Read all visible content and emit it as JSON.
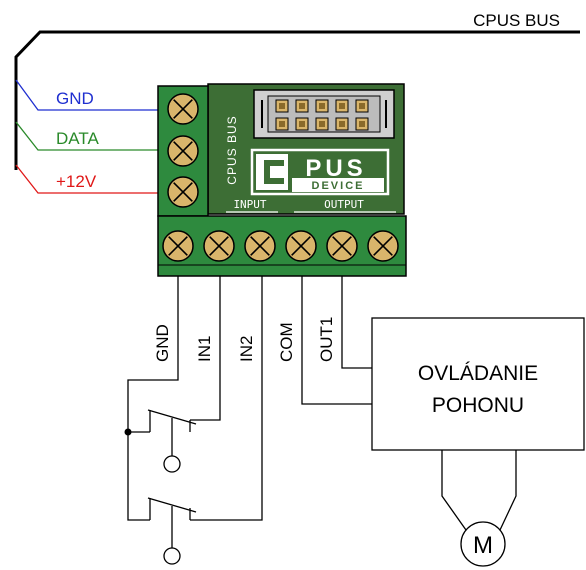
{
  "bus": {
    "title": "CPUS BUS",
    "wires": [
      {
        "label": "GND",
        "color": "#1f2fd0"
      },
      {
        "label": "DATA",
        "color": "#2a8a2a"
      },
      {
        "label": "+12V",
        "color": "#e01818"
      }
    ]
  },
  "module": {
    "side_label": "CPUS BUS",
    "logo_main": "PUS",
    "logo_sub": "DEVICE",
    "input_label": "INPUT",
    "output_label": "OUTPUT",
    "board_color": "#3d6e35",
    "terminal_color": "#2e8a3e",
    "screw_color": "#d9b56b"
  },
  "terminals": [
    {
      "label": "GND"
    },
    {
      "label": "IN1"
    },
    {
      "label": "IN2"
    },
    {
      "label": "COM"
    },
    {
      "label": "OUT1"
    },
    {
      "label": ""
    }
  ],
  "controller": {
    "line1": "OVLÁDANIE",
    "line2": "POHONU"
  },
  "motor": {
    "label": "M"
  }
}
